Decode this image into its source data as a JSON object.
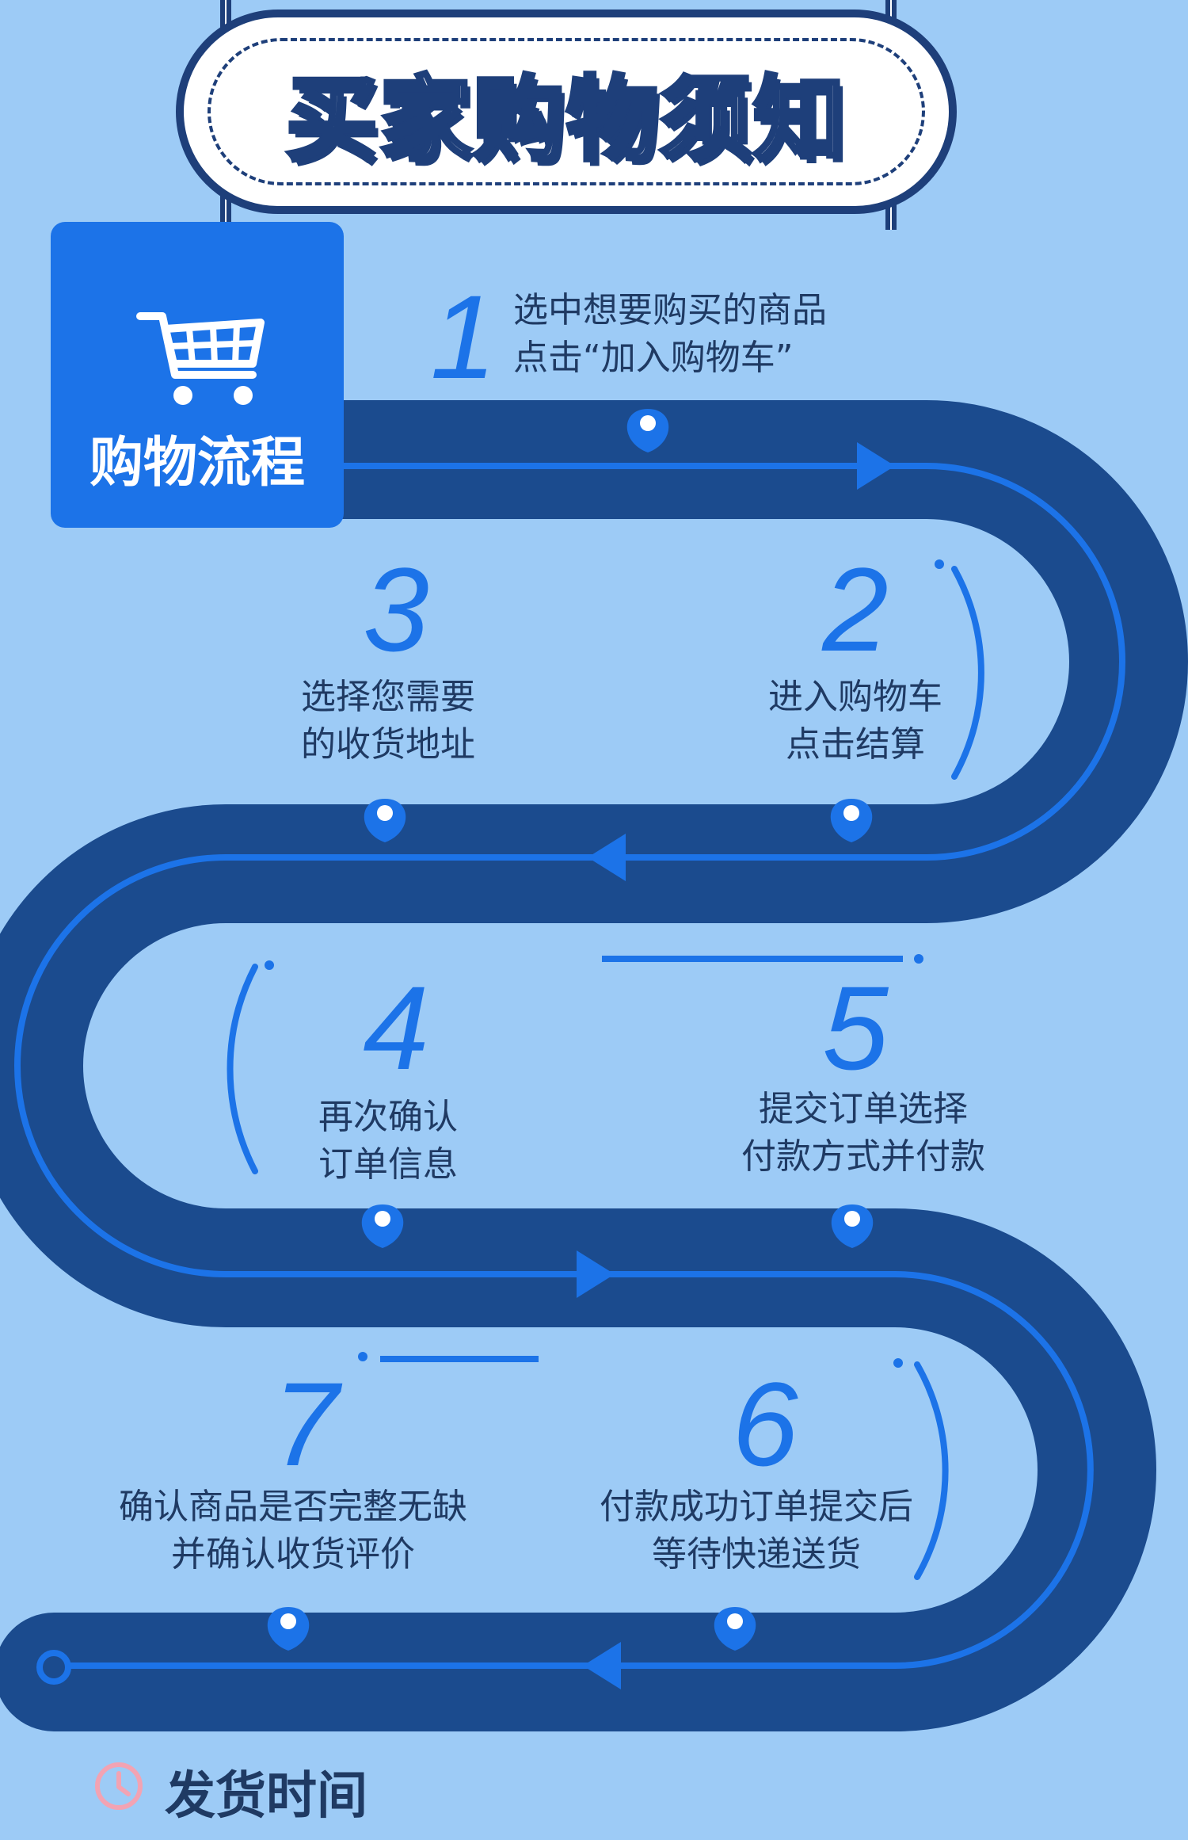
{
  "banner": {
    "title": "买家购物须知"
  },
  "process": {
    "label": "购物流程",
    "steps": [
      {
        "num": "1",
        "lines": [
          "选中想要购买的商品",
          "点击“加入购物车”"
        ]
      },
      {
        "num": "2",
        "lines": [
          "进入购物车",
          "点击结算"
        ]
      },
      {
        "num": "3",
        "lines": [
          "选择您需要",
          "的收货地址"
        ]
      },
      {
        "num": "4",
        "lines": [
          "再次确认",
          "订单信息"
        ]
      },
      {
        "num": "5",
        "lines": [
          "提交订单选择",
          "付款方式并付款"
        ]
      },
      {
        "num": "6",
        "lines": [
          "付款成功订单提交后",
          "等待快递送货"
        ]
      },
      {
        "num": "7",
        "lines": [
          "确认商品是否完整无缺",
          "并确认收货评价"
        ]
      }
    ]
  },
  "footer": {
    "title": "发货时间"
  },
  "colors": {
    "background": "#9DCBF6",
    "road": "#1B4B8E",
    "accent": "#1C73E8",
    "text": "#1F3A63",
    "clock": "#F2A3B3"
  },
  "icons": [
    "cart-icon",
    "location-pin-icon",
    "arrow-icon",
    "clock-icon"
  ]
}
